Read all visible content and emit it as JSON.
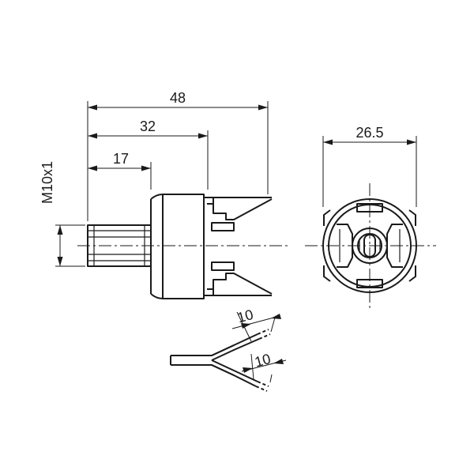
{
  "dimensions": {
    "overall_length": "48",
    "body_length": "32",
    "thread_length": "17",
    "thread_size": "M10x1",
    "diameter": "26.5",
    "strip_length_upper": "10",
    "strip_length_lower": "10"
  }
}
